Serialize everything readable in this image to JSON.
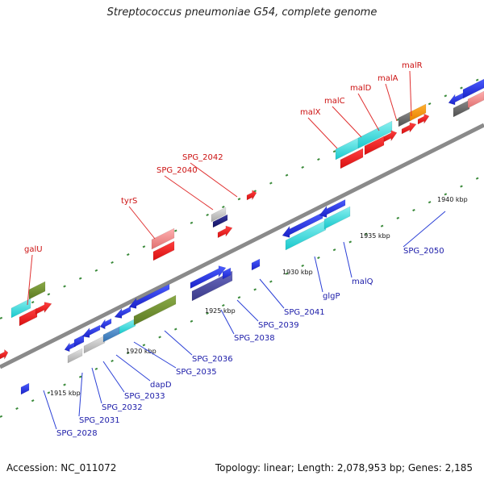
{
  "title": "Streptococcus pneumoniae G54, complete genome",
  "footer": {
    "accession": "Accession: NC_011072",
    "summary": "Topology: linear; Length: 2,078,953 bp; Genes: 2,185"
  },
  "colors": {
    "backbone": "#8a8a8a",
    "forward_label": "#cc1111",
    "reverse_label": "#1a1aa8",
    "leader_forward": "#e03030",
    "leader_reverse": "#2a3fd6",
    "tick": "#3a8a3a"
  },
  "ticks": [
    "1915 kbp",
    "1920 kbp",
    "1925 kbp",
    "1930 kbp",
    "1935 kbp",
    "1940 kbp"
  ],
  "genes_top": [
    "galU",
    "tyrS",
    "SPG_2040",
    "SPG_2042",
    "malX",
    "malC",
    "malD",
    "malA",
    "malR"
  ],
  "genes_bottom": [
    "SPG_2028",
    "SPG_2031",
    "SPG_2032",
    "SPG_2033",
    "dapD",
    "SPG_2035",
    "SPG_2036",
    "SPG_2038",
    "SPG_2039",
    "SPG_2041",
    "glgP",
    "malQ",
    "SPG_2050"
  ]
}
